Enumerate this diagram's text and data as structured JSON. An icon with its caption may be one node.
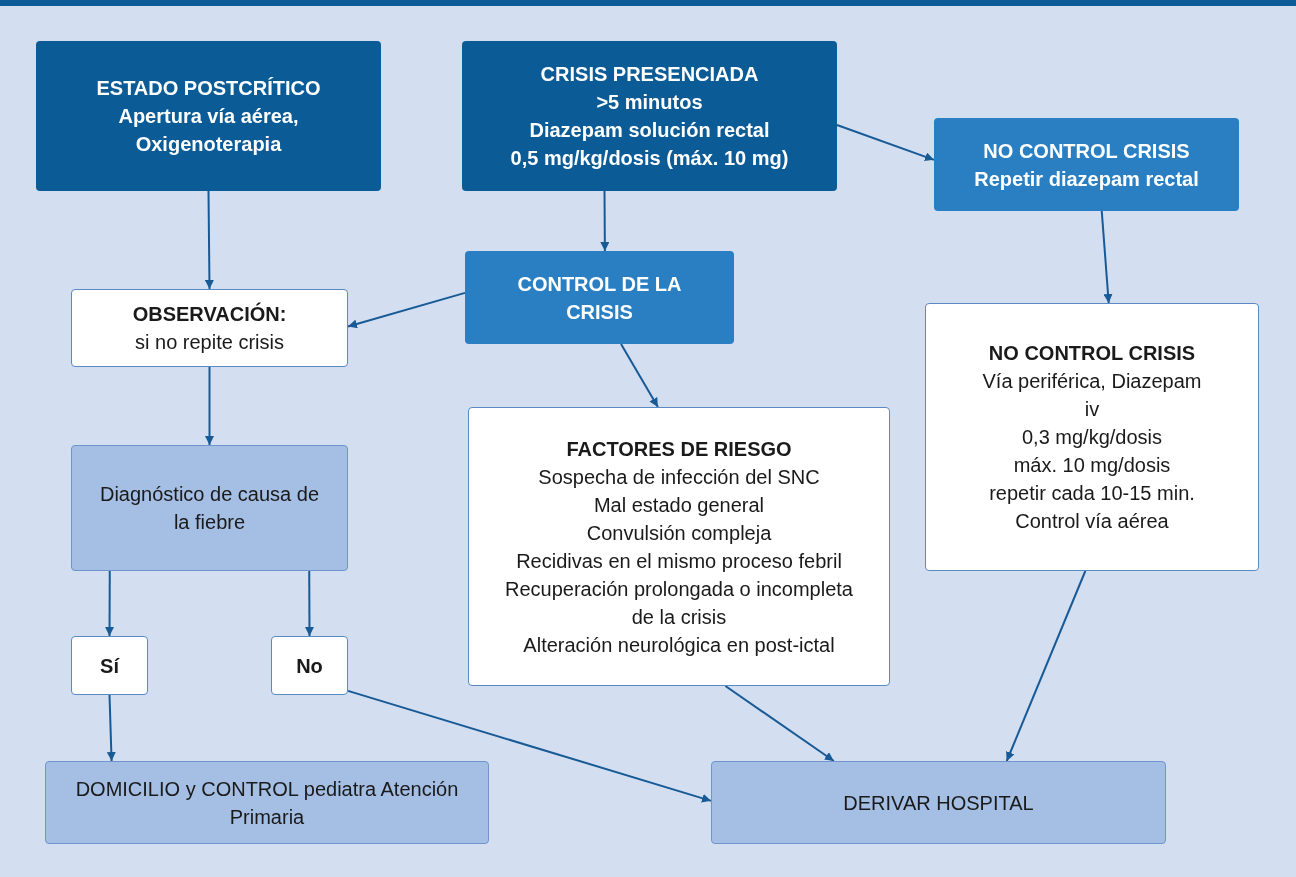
{
  "diagram": {
    "nodes": [
      {
        "text": [
          "ESTADO POSTCRÍTICO",
          "Apertura vía aérea, Oxigenoterapia"
        ]
      },
      {
        "text": [
          "CRISIS PRESENCIADA",
          ">5 minutos",
          "Diazepam solución rectal",
          "0,5 mg/kg/dosis (máx. 10 mg)"
        ]
      },
      {
        "text": [
          "NO CONTROL CRISIS",
          "Repetir diazepam rectal"
        ]
      },
      {
        "text": [
          "CONTROL DE LA CRISIS"
        ]
      },
      {
        "text": [
          "OBSERVACIÓN:",
          "si no repite crisis"
        ]
      },
      {
        "text": [
          "FACTORES DE RIESGO",
          "Sospecha de infección del SNC",
          "Mal estado general",
          "Convulsión compleja",
          "Recidivas en el mismo proceso febril",
          "Recuperación prolongada o incompleta de la crisis",
          "Alteración neurológica en post-ictal"
        ]
      },
      {
        "text": [
          "NO CONTROL CRISIS",
          "Vía periférica, Diazepam iv",
          "0,3 mg/kg/dosis",
          "máx. 10 mg/dosis",
          "repetir cada 10-15 min.",
          "Control vía aérea"
        ]
      },
      {
        "text": [
          "Diagnóstico de causa de la fiebre"
        ]
      },
      {
        "text": [
          "Sí"
        ]
      },
      {
        "text": [
          "No"
        ]
      },
      {
        "text": [
          "DOMICILIO y CONTROL pediatra Atención Primaria"
        ]
      },
      {
        "text": [
          "DERIVAR HOSPITAL"
        ]
      }
    ],
    "edges": [
      {
        "from": 0,
        "to": 4,
        "arrow": "to"
      },
      {
        "from": 1,
        "to": 3,
        "arrow": "to"
      },
      {
        "from": 1,
        "to": 2,
        "arrow": "to"
      },
      {
        "from": 2,
        "to": 6,
        "arrow": "to"
      },
      {
        "from": 3,
        "to": 4,
        "arrow": "to"
      },
      {
        "from": 3,
        "to": 5,
        "arrow": "to"
      },
      {
        "from": 4,
        "to": 7,
        "arrow": "to"
      },
      {
        "from": 7,
        "to": 8,
        "arrow": "to"
      },
      {
        "from": 7,
        "to": 9,
        "arrow": "to"
      },
      {
        "from": 8,
        "to": 10,
        "arrow": "to"
      },
      {
        "from": 9,
        "to": 11,
        "arrow": "to"
      },
      {
        "from": 5,
        "to": 11,
        "arrow": "to"
      },
      {
        "from": 6,
        "to": 11,
        "arrow": "to"
      }
    ]
  }
}
